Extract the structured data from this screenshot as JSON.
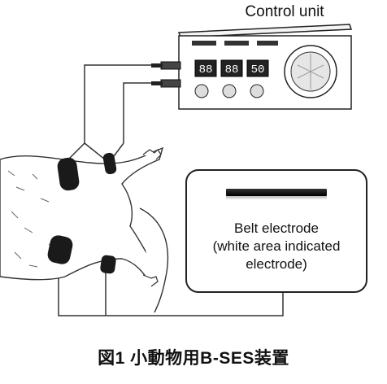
{
  "title": "Control unit",
  "callout": {
    "line1": "Belt electrode",
    "line2": "(white area indicated",
    "line3": "electrode)"
  },
  "caption": "図1 小動物用B-SES装置",
  "device": {
    "displays": [
      "88",
      "88",
      "50"
    ]
  },
  "colors": {
    "ink": "#111111",
    "belt": "#1a1a1a",
    "display": "#222222"
  }
}
